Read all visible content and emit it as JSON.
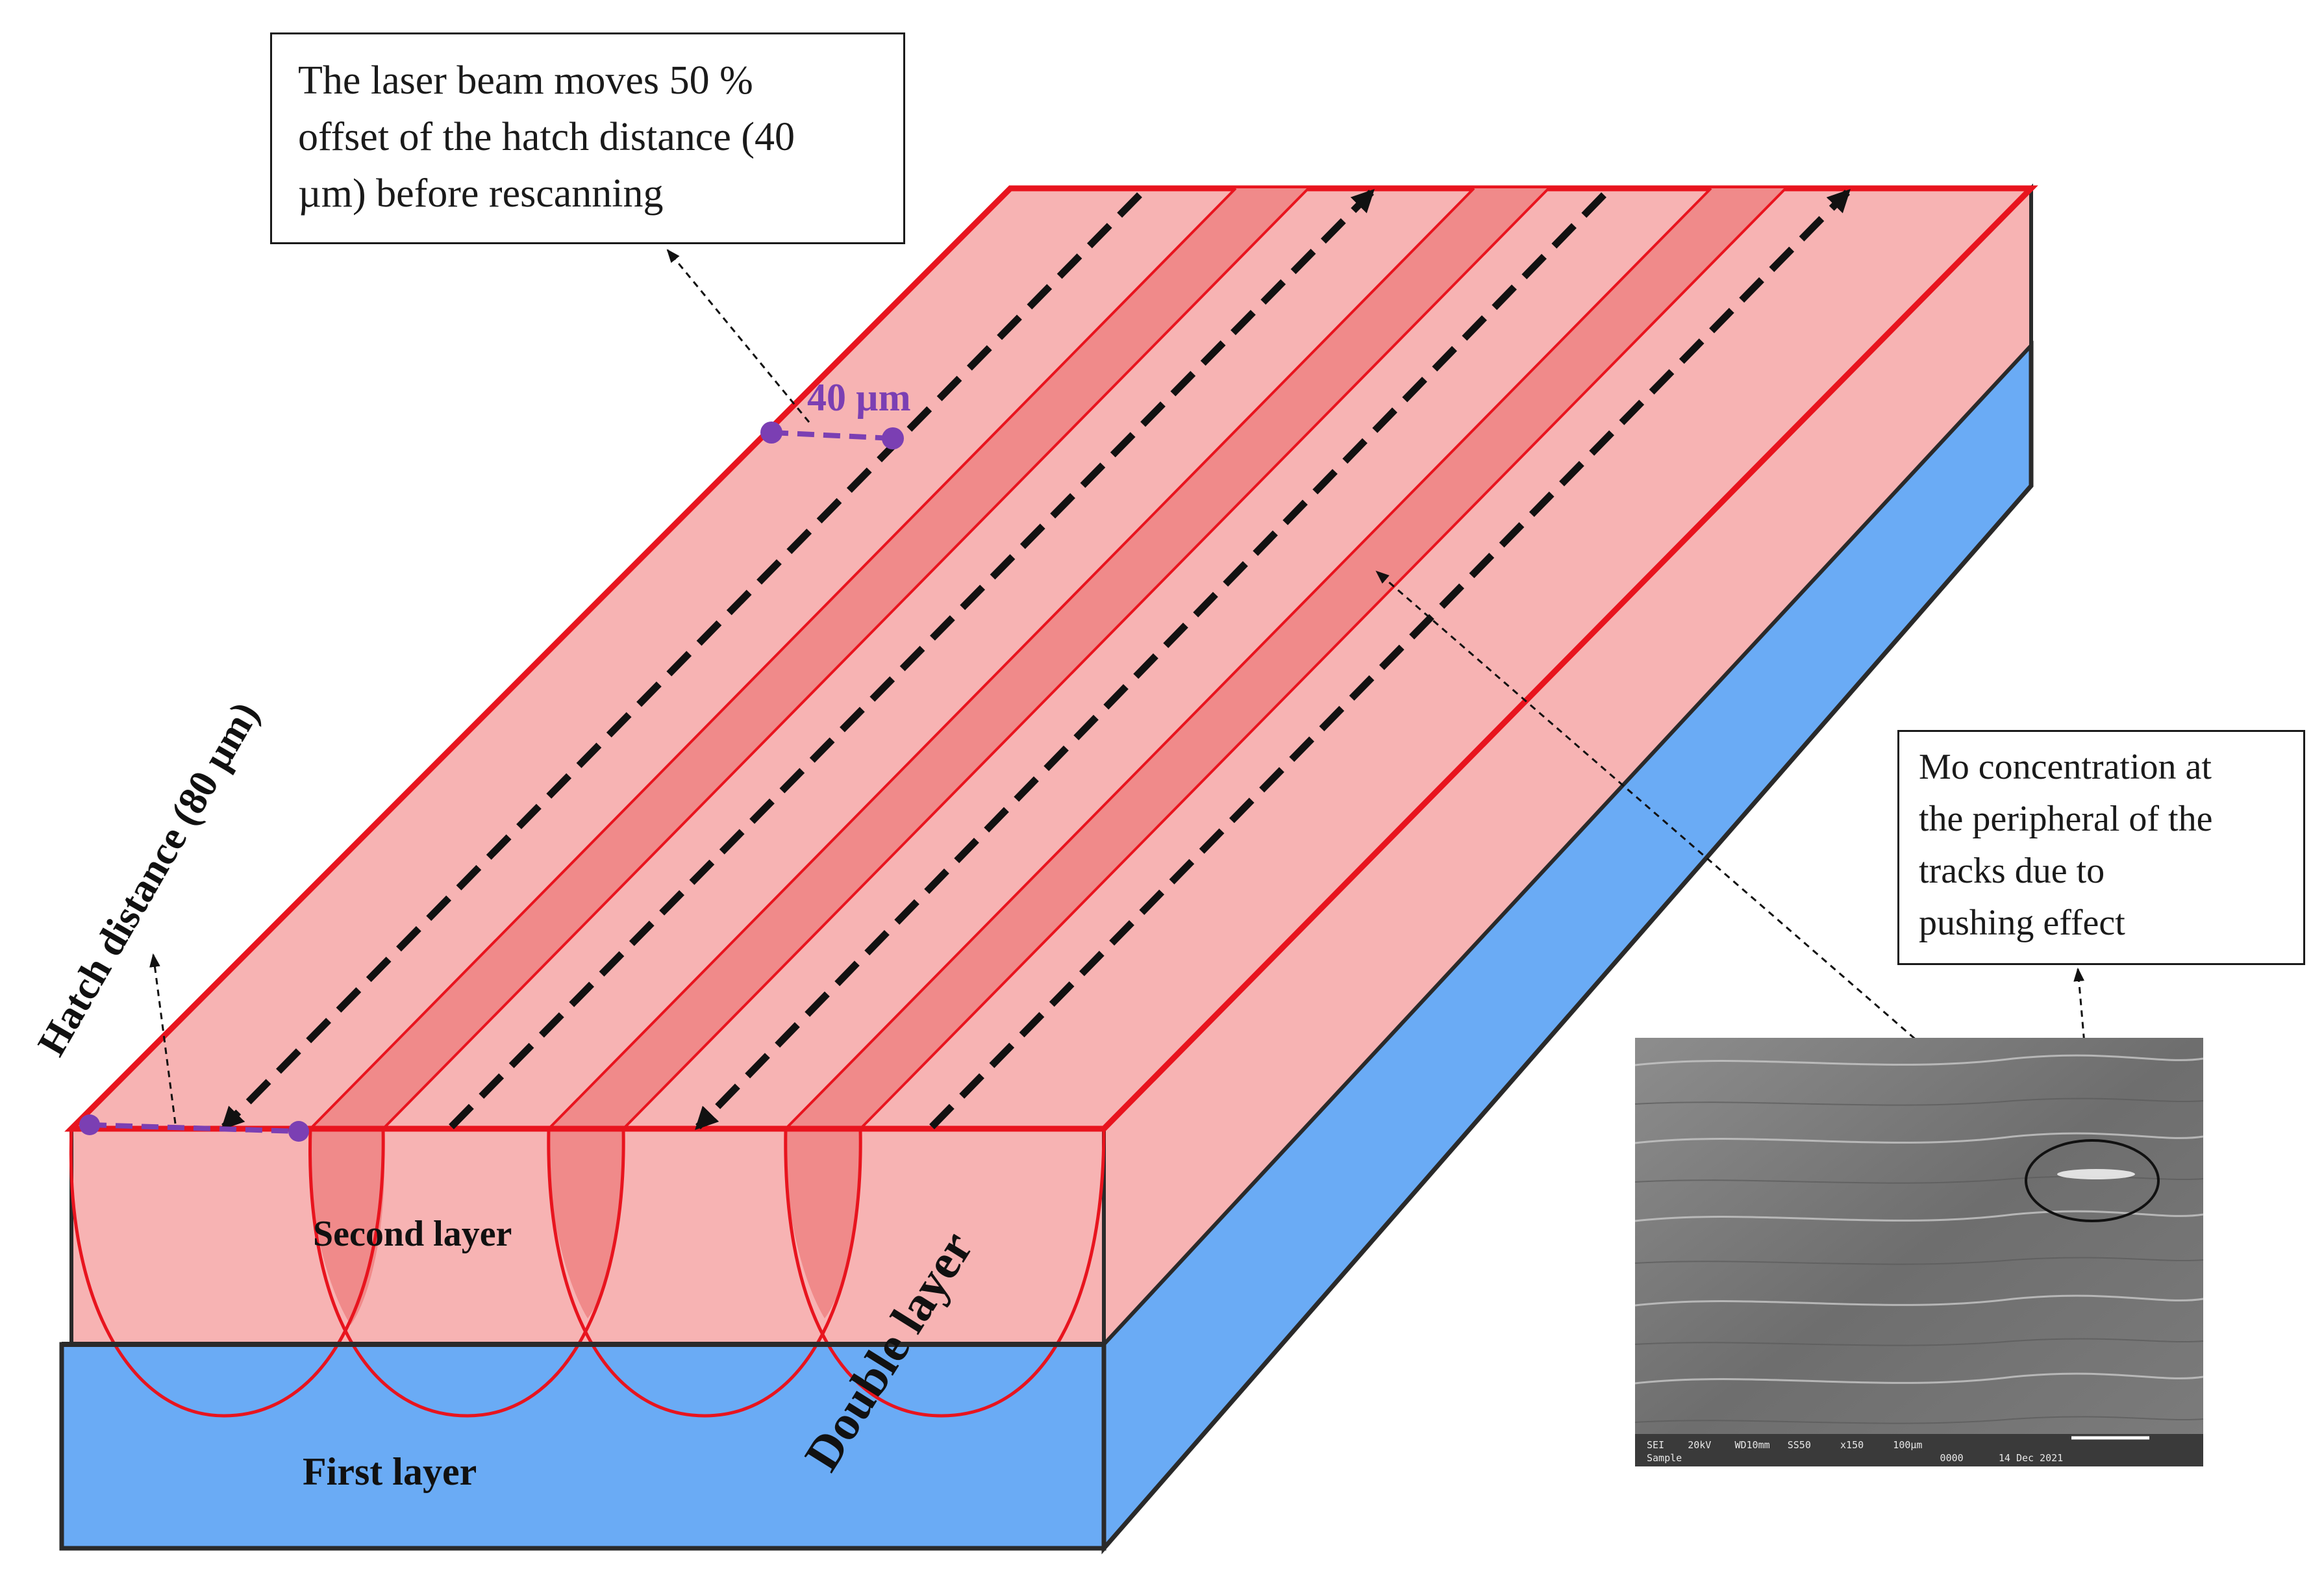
{
  "diagram": {
    "callout_laser": {
      "lines": [
        "The laser beam moves 50 %",
        "offset of the hatch distance (40",
        "µm) before rescanning"
      ]
    },
    "callout_mo": {
      "lines": [
        "Mo concentration at",
        "the peripheral of the",
        "tracks due to",
        "pushing effect"
      ]
    },
    "labels": {
      "offset": "40 µm",
      "hatch": "Hatch distance (80 µm)",
      "second_layer": "Second layer",
      "first_layer": "First layer",
      "double_layer": "Double layer"
    },
    "sem_inset": {
      "info_bar_top": "SEI    20kV    WD10mm   SS50     x150     100µm",
      "info_bar_bottom": "Sample                                            0000      14 Dec 2021"
    },
    "colors": {
      "top_surface": "#f7b3b3",
      "overlap_band": "#f08a8a",
      "track_line": "#e8141e",
      "first_layer": "#6aabf5",
      "offset_marker": "#7b3fb3",
      "outline": "#2a2a2a"
    }
  }
}
